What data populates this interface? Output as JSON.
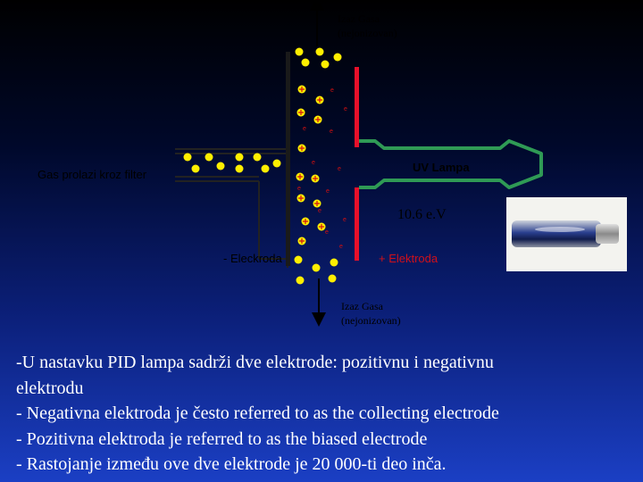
{
  "diagram": {
    "top_gas_line1": "Izaz Gasa",
    "top_gas_line2": "(nejonizovan)",
    "bottom_gas_line1": "Izaz Gasa",
    "bottom_gas_line2": "(nejonizovan)",
    "filter_label": "Gas prolazi kroz filter",
    "uv_lamp_label": "UV Lampa",
    "energy_label": "10.6 e.V",
    "negative_electrode_label": "- Eleckroda",
    "positive_electrode_label": "+ Elektroda",
    "electron_symbol": "e"
  },
  "colors": {
    "positive_electrode": "#e8102a",
    "lamp_outline": "#2f9a55",
    "molecule": "#ffee00",
    "text": "#ffffff"
  },
  "text_lines": [
    "-U nastavku PID lampa sadrži dve elektrode: pozitivnu i negativnu",
    "elektrodu",
    "- Negativna elektroda je često referred to as the collecting electrode",
    "- Pozitivna elektroda je referred to as the biased electrode",
    "- Rastojanje između ove dve elektrode je 20 000-ti deo  inča."
  ]
}
